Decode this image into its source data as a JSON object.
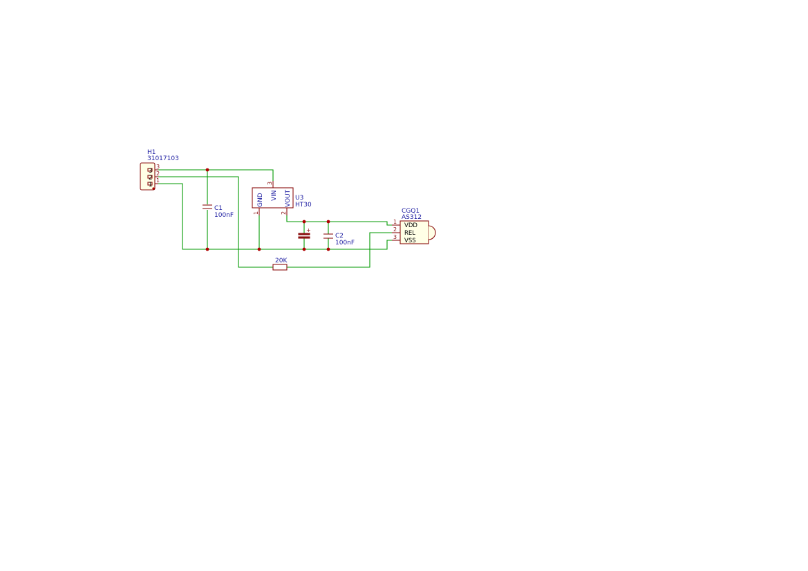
{
  "schematic": {
    "components": {
      "H1": {
        "ref": "H1",
        "value": "31017103",
        "pins": [
          "3",
          "2",
          "1"
        ],
        "pins_right": [
          "3",
          "2",
          "1"
        ]
      },
      "C1": {
        "ref": "C1",
        "value": "100nF"
      },
      "U3": {
        "ref": "U3",
        "value": "HT30",
        "pin_names": {
          "gnd": "GND",
          "vin": "VIN",
          "vout": "VOUT"
        },
        "pin_numbers": {
          "gnd": "1",
          "vin": "3",
          "vout": "2"
        }
      },
      "C_POL": {
        "plus": "+"
      },
      "C2": {
        "ref": "C2",
        "value": "100nF"
      },
      "R": {
        "value": "20K"
      },
      "CGQ1": {
        "ref": "CGQ1",
        "value": "AS312",
        "pin_names": [
          "VDD",
          "REL",
          "VSS"
        ],
        "pin_numbers": [
          "1",
          "2",
          "3"
        ]
      }
    },
    "colors": {
      "wire": "#009900",
      "component": "#8b1010",
      "label": "#1a1aa0",
      "junction": "#b00000",
      "body_fill": "#ffffe6"
    }
  }
}
